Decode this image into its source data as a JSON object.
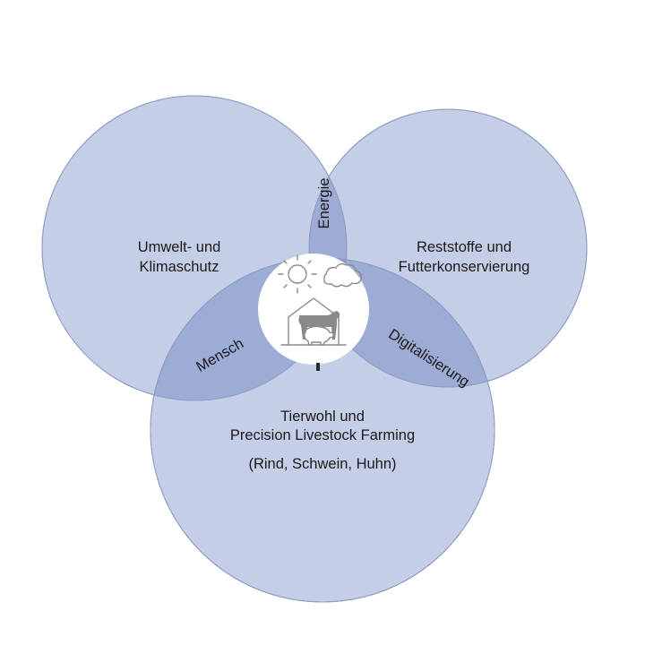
{
  "diagram": {
    "type": "venn-3",
    "colors": {
      "circle_fill": "#b4c0e0",
      "circle_stroke": "#8e9cc4",
      "overlap_tint": "#7f90c6",
      "center_fill": "#ffffff",
      "icon_stroke": "#8a8a8a"
    },
    "circles": {
      "top_left": {
        "lines": [
          "Umwelt- und",
          "Klimaschutz"
        ]
      },
      "top_right": {
        "lines": [
          "Reststoffe und",
          "Futterkonservierung"
        ]
      },
      "bottom": {
        "lines": [
          "Tierwohl und",
          "Precision Livestock Farming"
        ],
        "sub": "(Rind, Schwein, Huhn)"
      }
    },
    "overlaps": {
      "top": "Energie",
      "left": "Mensch",
      "right": "Digitalisierung"
    },
    "center_icon": "sun-cloud-barn-cow-pig-icon"
  }
}
